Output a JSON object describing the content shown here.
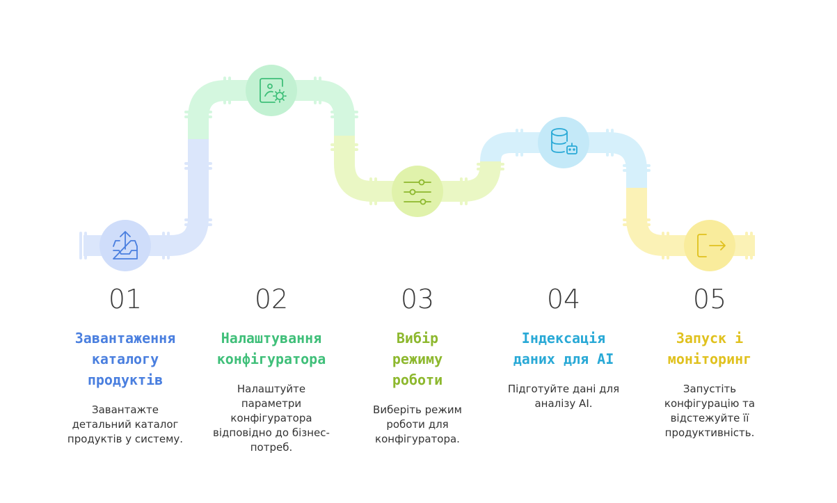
{
  "steps": [
    {
      "number": "01",
      "title": "Завантаження каталогу продуктів",
      "desc": "Завантажте детальний каталог продуктів у систему.",
      "icon": "inbox-upload-icon",
      "color": "#4a7fdf",
      "pipe": "#dbe6fb",
      "circle": "#cfddfa"
    },
    {
      "number": "02",
      "title": "Налаштування конфігуратора",
      "desc": "Налаштуйте параметри конфігуратора відповідно до бізнес-потреб.",
      "icon": "settings-panel-icon",
      "color": "#3fbf79",
      "pipe": "#d4f7df",
      "circle": "#c2f1d2"
    },
    {
      "number": "03",
      "title": "Вибір режиму роботи",
      "desc": "Виберіть режим роботи для конфігуратора.",
      "icon": "sliders-icon",
      "color": "#8db82e",
      "pipe": "#eaf7c4",
      "circle": "#e0f2ab"
    },
    {
      "number": "04",
      "title": "Індексація даних для AI",
      "desc": "Підготуйте дані для аналізу AI.",
      "icon": "database-bot-icon",
      "color": "#29a9d6",
      "pipe": "#d6f0fb",
      "circle": "#c4e9f8"
    },
    {
      "number": "05",
      "title": "Запуск і моніторинг",
      "desc": "Запустіть конфігурацію та відстежуйте її продуктивність.",
      "icon": "exit-arrow-icon",
      "color": "#e0c11e",
      "pipe": "#fbf2b6",
      "circle": "#f9ec9c"
    }
  ]
}
